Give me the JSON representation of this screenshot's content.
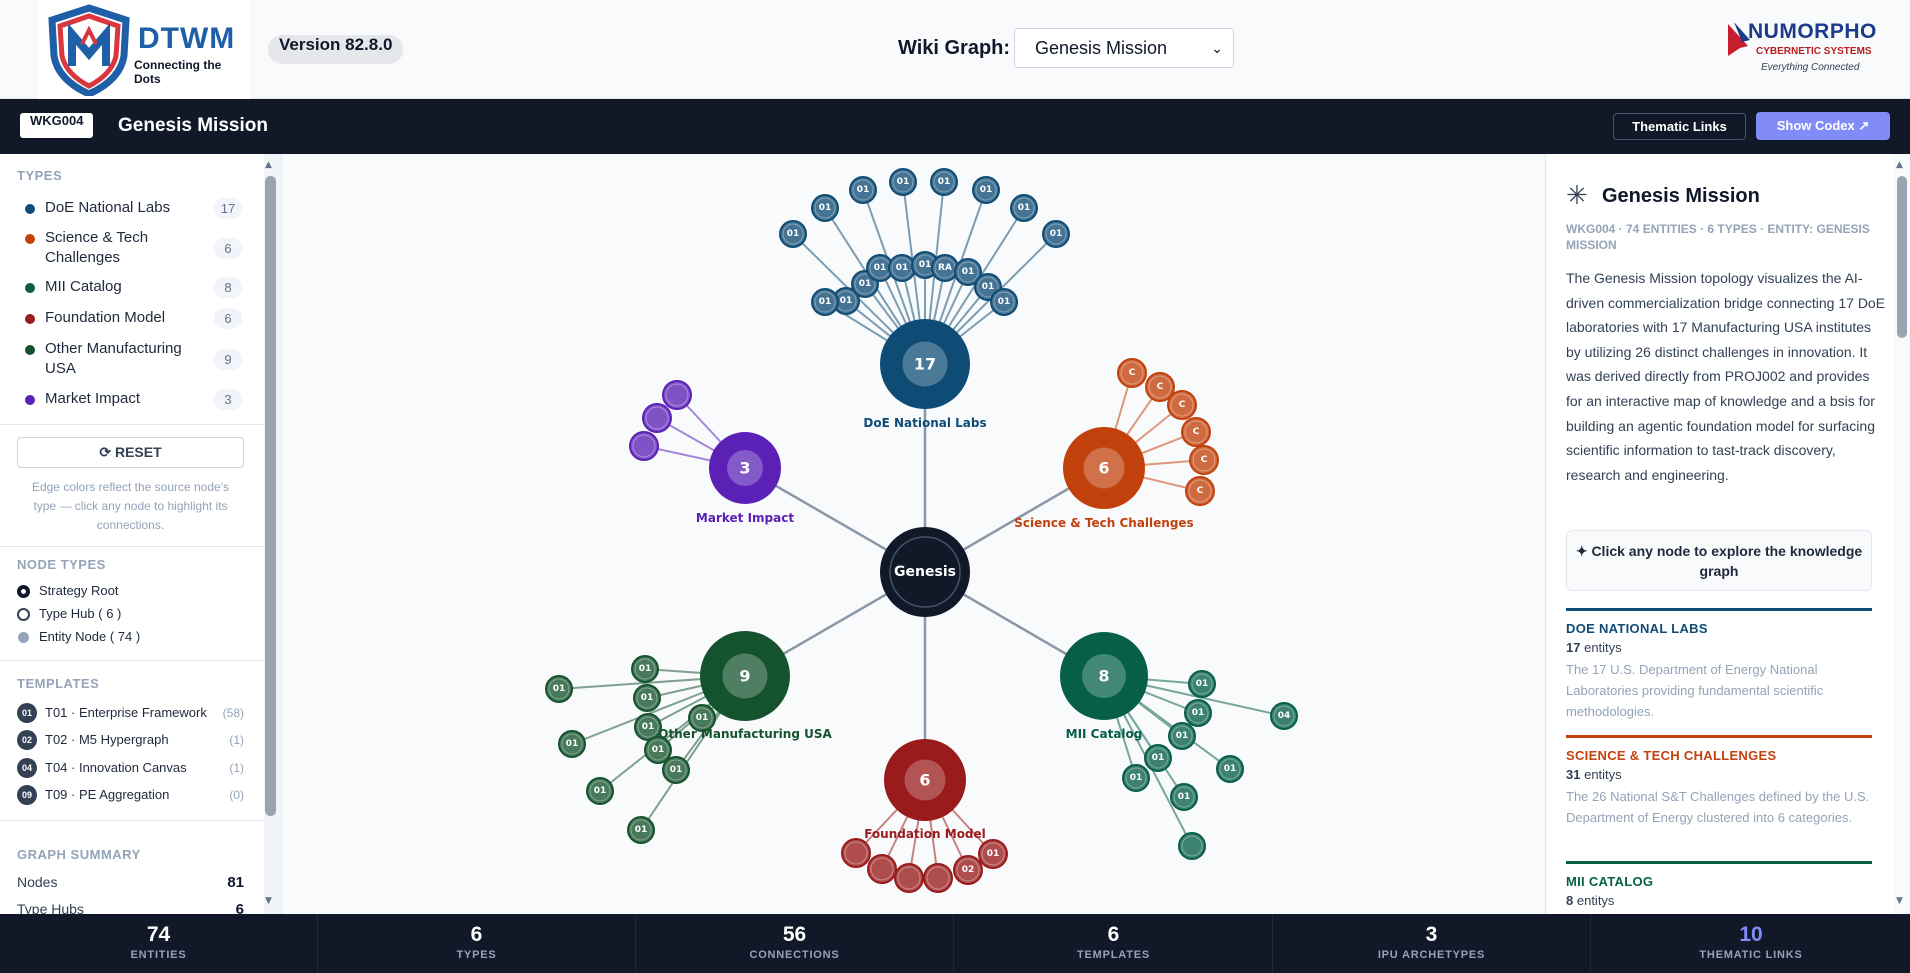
{
  "header": {
    "logo_title": "DTWM",
    "logo_sub": "Connecting the Dots",
    "version": "Version 82.8.0",
    "wiki_label": "Wiki Graph:",
    "wiki_selected": "Genesis Mission",
    "brand_title": "NUMORPHO",
    "brand_sub": "CYBERNETIC SYSTEMS",
    "brand_tag": "Everything Connected"
  },
  "titlebar": {
    "code": "WKG004",
    "title": "Genesis Mission",
    "thematic_label": "Thematic Links",
    "codex_label": "Show Codex ↗"
  },
  "sidebar": {
    "types_heading": "TYPES",
    "types": [
      {
        "label": "DoE National Labs",
        "count": "17",
        "color": "#0f4c75"
      },
      {
        "label": "Science & Tech Challenges",
        "count": "6",
        "color": "#c2410c"
      },
      {
        "label": "MII Catalog",
        "count": "8",
        "color": "#065f46"
      },
      {
        "label": "Foundation Model",
        "count": "6",
        "color": "#991b1b"
      },
      {
        "label": "Other Manufacturing USA",
        "count": "9",
        "color": "#14532d"
      },
      {
        "label": "Market Impact",
        "count": "3",
        "color": "#5b21b6"
      }
    ],
    "reset_label": "⟳ RESET",
    "reset_note": "Edge colors reflect the source node's type — click any node to highlight its connections.",
    "node_types_heading": "NODE TYPES",
    "node_types": [
      {
        "label": "Strategy Root"
      },
      {
        "label": "Type Hub ( 6 )"
      },
      {
        "label": "Entity Node ( 74 )"
      }
    ],
    "templates_heading": "TEMPLATES",
    "templates": [
      {
        "num": "01",
        "label": "T01 · Enterprise Framework",
        "count": "(58)"
      },
      {
        "num": "02",
        "label": "T02 · M5 Hypergraph",
        "count": "(1)"
      },
      {
        "num": "04",
        "label": "T04 · Innovation Canvas",
        "count": "(1)"
      },
      {
        "num": "09",
        "label": "T09 · PE Aggregation",
        "count": "(0)"
      }
    ],
    "summary_heading": "GRAPH SUMMARY",
    "summary": [
      {
        "label": "Nodes",
        "value": "81"
      },
      {
        "label": "Type Hubs",
        "value": "6"
      }
    ]
  },
  "graph": {
    "root_label": "Genesis",
    "hubs": [
      {
        "id": "doe",
        "count": "17",
        "label": "DoE National Labs",
        "color": "#0f4c75"
      },
      {
        "id": "stc",
        "count": "6",
        "label": "Science & Tech Challenges",
        "color": "#c2410c"
      },
      {
        "id": "mii",
        "count": "8",
        "label": "MII Catalog",
        "color": "#065f46"
      },
      {
        "id": "fm",
        "count": "6",
        "label": "Foundation Model",
        "color": "#991b1b"
      },
      {
        "id": "omu",
        "count": "9",
        "label": "Other Manufacturing USA",
        "color": "#14532d"
      },
      {
        "id": "mi",
        "count": "3",
        "label": "Market Impact",
        "color": "#5b21b6"
      }
    ],
    "doe_leaf_labels": [
      "01",
      "01",
      "01",
      "01",
      "01",
      "01",
      "01",
      "01",
      "01",
      "01",
      "01",
      "01",
      "01",
      "RA",
      "01",
      "01",
      "01",
      "01"
    ],
    "stc_leaf_labels": [
      "C",
      "C",
      "C",
      "C",
      "C",
      "C"
    ],
    "mii_leaf_labels": [
      "01",
      "01",
      "01",
      "01",
      "01",
      "01",
      "01",
      "04"
    ],
    "fm_leaf_labels": [
      "",
      "",
      "",
      "",
      "02",
      "01"
    ],
    "omu_leaf_labels": [
      "01",
      "01",
      "01",
      "01",
      "01",
      "01",
      "01",
      "01",
      "01",
      "01"
    ],
    "mi_leaf_labels": [
      "",
      "",
      ""
    ]
  },
  "details": {
    "title": "Genesis Mission",
    "meta": "WKG004 · 74 ENTITIES · 6 TYPES · ENTITY: GENESIS MISSION",
    "description": "The Genesis Mission topology visualizes the AI-driven commercialization bridge connecting 17 DoE laboratories with 17 Manufacturing USA institutes by utilizing 26 distinct challenges in innovation. It was derived directly from PROJ002 and provides for an interactive map of knowledge and a bsis for building an agentic foundation model for surfacing scientific information to tast-track discovery, research and engineering.",
    "hint": "✦ Click any node to explore the knowledge graph",
    "sections": [
      {
        "title": "DOE NATIONAL LABS",
        "count": "17",
        "unit": "entitys",
        "desc": "The 17 U.S. Department of Energy National Laboratories providing fundamental scientific methodologies.",
        "color": "#0f4c75"
      },
      {
        "title": "SCIENCE & TECH CHALLENGES",
        "count": "31",
        "unit": "entitys",
        "desc": "The 26 National S&T Challenges defined by the U.S. Department of Energy clustered into 6 categories.",
        "color": "#c2410c"
      },
      {
        "title": "MII CATALOG",
        "count": "8",
        "unit": "entitys",
        "desc": "",
        "color": "#065f46"
      }
    ]
  },
  "footer": [
    {
      "value": "74",
      "label": "ENTITIES",
      "color": "#ffffff"
    },
    {
      "value": "6",
      "label": "TYPES",
      "color": "#ffffff"
    },
    {
      "value": "56",
      "label": "CONNECTIONS",
      "color": "#ffffff"
    },
    {
      "value": "6",
      "label": "TEMPLATES",
      "color": "#ffffff"
    },
    {
      "value": "3",
      "label": "IPU ARCHETYPES",
      "color": "#ffffff"
    },
    {
      "value": "10",
      "label": "THEMATIC LINKS",
      "color": "#818cf8"
    }
  ]
}
